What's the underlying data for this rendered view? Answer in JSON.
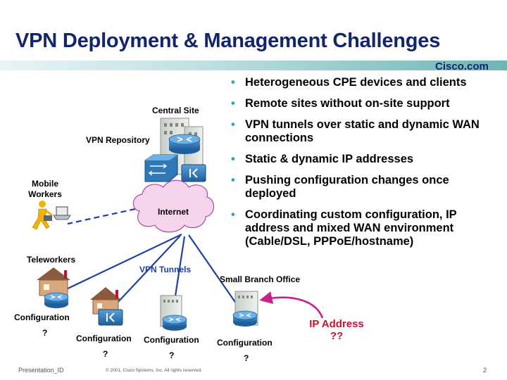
{
  "slide": {
    "title": "VPN Deployment & Management Challenges",
    "brand": "Cisco.com",
    "footer": {
      "left": "Presentation_ID",
      "copyright": "© 2001, Cisco Systems, Inc. All rights reserved.",
      "page": "2"
    }
  },
  "bullets": [
    "Heterogeneous CPE devices and clients",
    "Remote sites without on-site support",
    "VPN tunnels over static and dynamic WAN connections",
    "Static & dynamic IP addresses",
    "Pushing configuration changes once deployed",
    "Coordinating custom configuration, IP address and mixed WAN environment (Cable/DSL, PPPoE/hostname)"
  ],
  "diagram": {
    "central_site": "Central Site",
    "vpn_repository": "VPN Repository",
    "mobile_workers": "Mobile Workers",
    "internet": "Internet",
    "teleworkers": "Teleworkers",
    "vpn_tunnels": "VPN Tunnels",
    "small_branch_office": "Small Branch Office",
    "configuration": "Configuration",
    "question": "?",
    "ip_address": "IP Address ??",
    "colors": {
      "title": "#12246b",
      "tunnel": "#1f3fa6",
      "accent": "#c8102e",
      "router": "#2e78b8",
      "cloud": "#f2d0ea"
    }
  }
}
